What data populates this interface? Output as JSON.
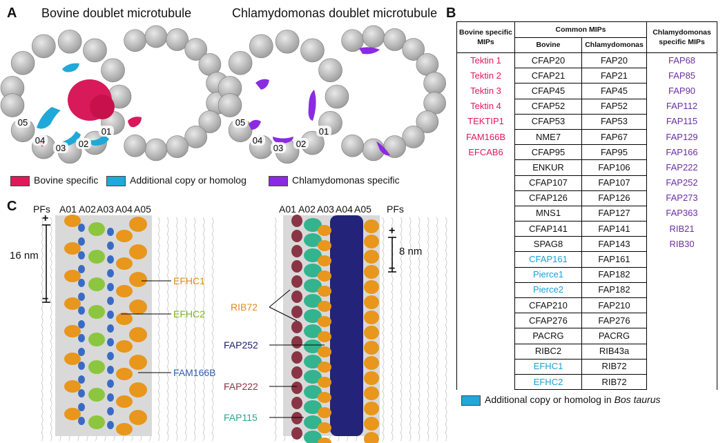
{
  "panels": {
    "a_letter": "A",
    "b_letter": "B",
    "c_letter": "C"
  },
  "panel_a": {
    "title_left": "Bovine doublet microtubule",
    "title_right": "Chlamydomonas doublet microtubule",
    "pf_labels_left": [
      "05",
      "04",
      "03",
      "02",
      "01"
    ],
    "pf_labels_right": [
      "05",
      "04",
      "03",
      "02",
      "01"
    ],
    "legend": [
      {
        "label": "Bovine specific",
        "color": "#e0185a"
      },
      {
        "label": "Additional copy or homolog",
        "color": "#1fa8d8"
      },
      {
        "label": "Chlamydomonas specific",
        "color": "#8a2be2"
      }
    ]
  },
  "panel_c": {
    "pfs_label": "PFs",
    "pf_names_left": [
      "A01",
      "A02",
      "A03",
      "A04",
      "A05"
    ],
    "pf_names_right": [
      "A01",
      "A02",
      "A03",
      "A04",
      "A05"
    ],
    "scale_left": "16 nm",
    "scale_right": "8 nm",
    "plus": "+",
    "minus": "−",
    "labels_left": [
      {
        "text": "EFHC1",
        "color": "#e08a1c"
      },
      {
        "text": "EFHC2",
        "color": "#7ab51d"
      },
      {
        "text": "FAM166B",
        "color": "#2f5fae"
      }
    ],
    "labels_right": [
      {
        "text": "RIB72",
        "color": "#e08a1c"
      },
      {
        "text": "FAP252",
        "color": "#1c1c6e"
      },
      {
        "text": "FAP222",
        "color": "#8a3545"
      },
      {
        "text": "FAP115",
        "color": "#2aa88a"
      }
    ]
  },
  "table": {
    "header_bovine_specific": "Bovine specific MIPs",
    "header_common": "Common MIPs",
    "header_chlamy_specific": "Chlamydomonas specific MIPs",
    "sub_bovine": "Bovine",
    "sub_chlamy": "Chlamydomonas",
    "rows": [
      {
        "bs": "Tektin 1",
        "cb": "CFAP20",
        "cc": "FAP20",
        "cs": "FAP68",
        "cb_cyan": false
      },
      {
        "bs": "Tektin 2",
        "cb": "CFAP21",
        "cc": "FAP21",
        "cs": "FAP85",
        "cb_cyan": false
      },
      {
        "bs": "Tektin 3",
        "cb": "CFAP45",
        "cc": "FAP45",
        "cs": "FAP90",
        "cb_cyan": false
      },
      {
        "bs": "Tektin 4",
        "cb": "CFAP52",
        "cc": "FAP52",
        "cs": "FAP112",
        "cb_cyan": false
      },
      {
        "bs": "TEKTIP1",
        "cb": "CFAP53",
        "cc": "FAP53",
        "cs": "FAP115",
        "cb_cyan": false
      },
      {
        "bs": "FAM166B",
        "cb": "NME7",
        "cc": "FAP67",
        "cs": "FAP129",
        "cb_cyan": false
      },
      {
        "bs": "EFCAB6",
        "cb": "CFAP95",
        "cc": "FAP95",
        "cs": "FAP166",
        "cb_cyan": false
      },
      {
        "bs": "",
        "cb": "ENKUR",
        "cc": "FAP106",
        "cs": "FAP222",
        "cb_cyan": false
      },
      {
        "bs": "",
        "cb": "CFAP107",
        "cc": "FAP107",
        "cs": "FAP252",
        "cb_cyan": false
      },
      {
        "bs": "",
        "cb": "CFAP126",
        "cc": "FAP126",
        "cs": "FAP273",
        "cb_cyan": false
      },
      {
        "bs": "",
        "cb": "MNS1",
        "cc": "FAP127",
        "cs": "FAP363",
        "cb_cyan": false
      },
      {
        "bs": "",
        "cb": "CFAP141",
        "cc": "FAP141",
        "cs": "RIB21",
        "cb_cyan": false
      },
      {
        "bs": "",
        "cb": "SPAG8",
        "cc": "FAP143",
        "cs": "RIB30",
        "cb_cyan": false
      },
      {
        "bs": "",
        "cb": "CFAP161",
        "cc": "FAP161",
        "cs": "",
        "cb_cyan": true
      },
      {
        "bs": "",
        "cb": "Pierce1",
        "cc": "FAP182",
        "cs": "",
        "cb_cyan": true
      },
      {
        "bs": "",
        "cb": "Pierce2",
        "cc": "FAP182",
        "cs": "",
        "cb_cyan": true
      },
      {
        "bs": "",
        "cb": "CFAP210",
        "cc": "FAP210",
        "cs": "",
        "cb_cyan": false
      },
      {
        "bs": "",
        "cb": "CFAP276",
        "cc": "FAP276",
        "cs": "",
        "cb_cyan": false
      },
      {
        "bs": "",
        "cb": "PACRG",
        "cc": "PACRG",
        "cs": "",
        "cb_cyan": false
      },
      {
        "bs": "",
        "cb": "RIBC2",
        "cc": "RIB43a",
        "cs": "",
        "cb_cyan": false
      },
      {
        "bs": "",
        "cb": "EFHC1",
        "cc": "RIB72",
        "cs": "",
        "cb_cyan": true
      },
      {
        "bs": "",
        "cb": "EFHC2",
        "cc": "RIB72",
        "cs": "",
        "cb_cyan": true
      }
    ],
    "legend_prefix": "Additional copy or homolog in ",
    "legend_italic": "Bos taurus",
    "legend_color": "#1fa8d8"
  }
}
